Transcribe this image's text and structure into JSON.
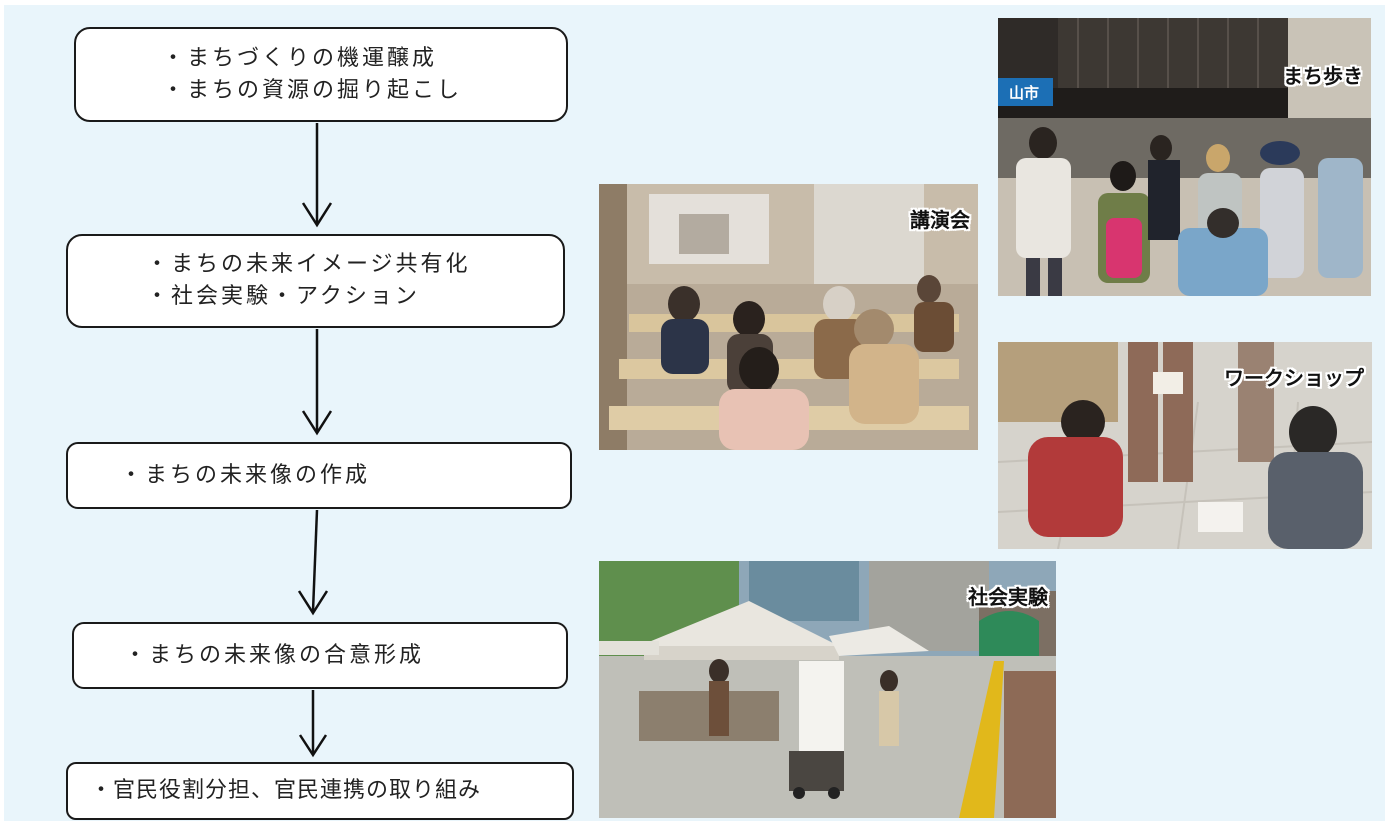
{
  "flow_steps": [
    {
      "lines": [
        "・まちづくりの機運醸成",
        "・まちの資源の掘り起こし"
      ]
    },
    {
      "lines": [
        "・まちの未来イメージ共有化",
        "・社会実験・アクション"
      ]
    },
    {
      "lines": [
        "・まちの未来像の作成"
      ]
    },
    {
      "lines": [
        "・まちの未来像の合意形成"
      ]
    },
    {
      "lines": [
        "・官民役割分担、官民連携の取り組み"
      ]
    }
  ],
  "photos": {
    "town_walk": {
      "caption": "まち歩き",
      "sign_text": "山市"
    },
    "lecture": {
      "caption": "講演会"
    },
    "workshop": {
      "caption": "ワークショップ"
    },
    "social_experiment": {
      "caption": "社会実験"
    }
  },
  "colors": {
    "background": "#e9f5fb",
    "box_border": "#1a1a1a",
    "arrow": "#111111"
  }
}
